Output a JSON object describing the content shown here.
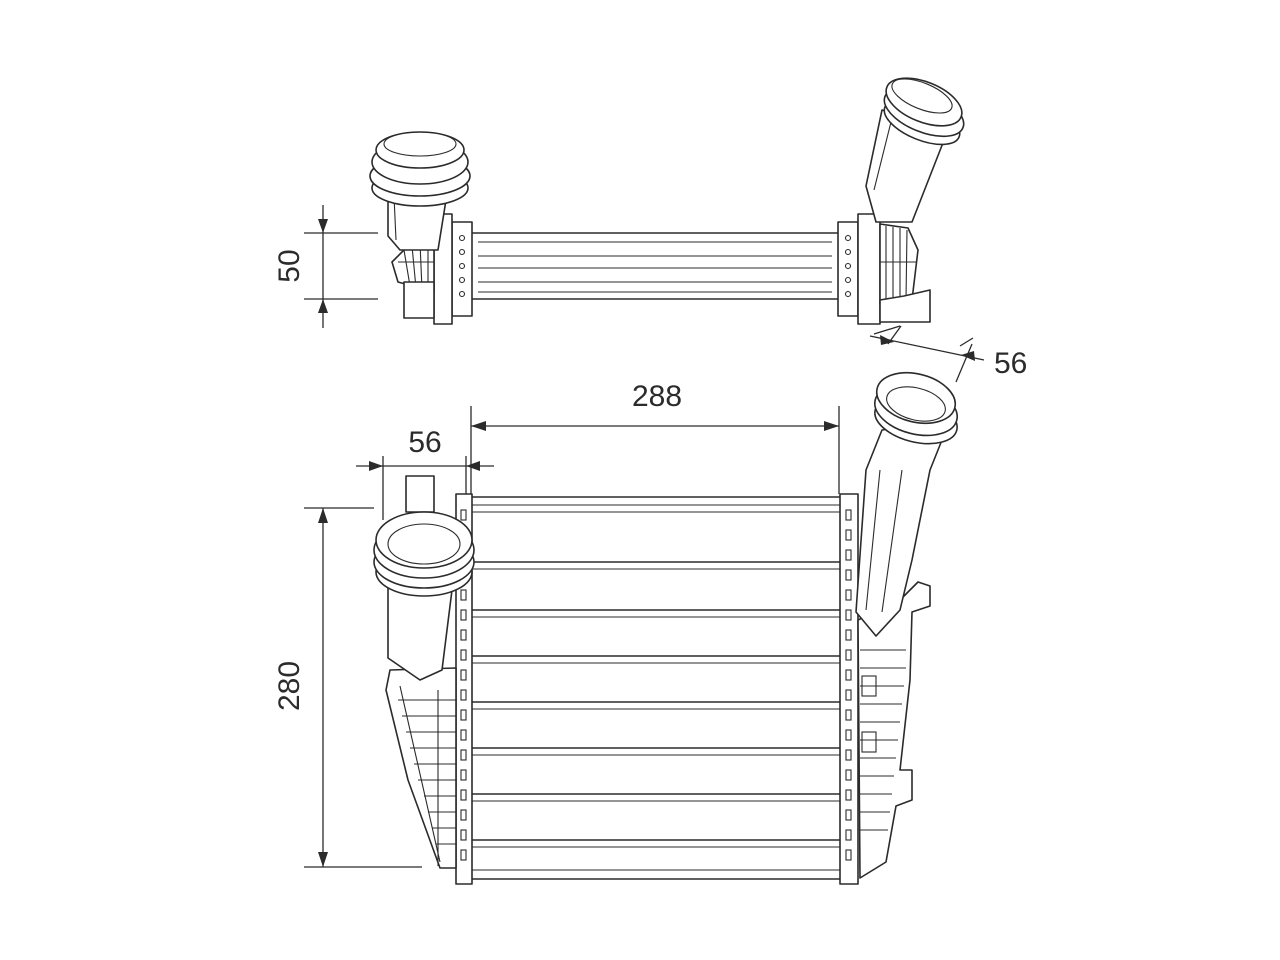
{
  "dimensions": {
    "top_height": "50",
    "top_depth": "56",
    "core_width": "288",
    "inlet_offset": "56",
    "core_height": "280"
  }
}
